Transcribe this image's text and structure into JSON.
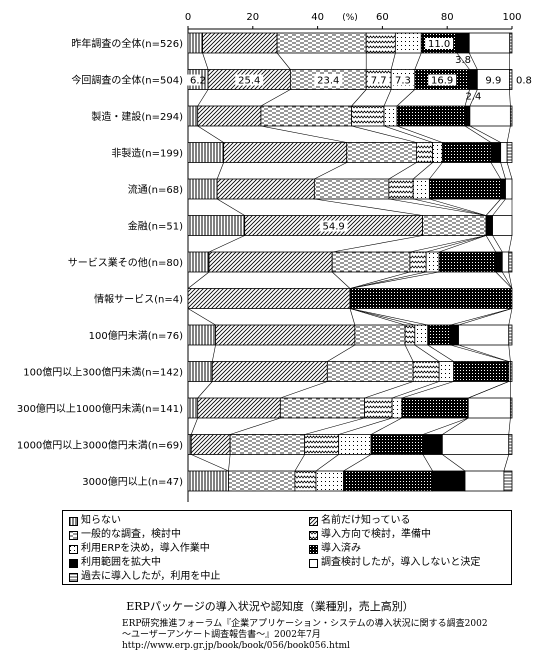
{
  "chart_data": {
    "type": "bar",
    "orientation": "horizontal",
    "stacked": true,
    "xlim": [
      0,
      100
    ],
    "x_ticks": [
      "0",
      "20",
      "40",
      "(%)",
      "60",
      "80",
      "100"
    ],
    "categories": [
      "昨年調査の全体(n=526)",
      "今回調査の全体(n=504)",
      "製造・建設(n=294)",
      "非製造(n=199)",
      "流通(n=68)",
      "金融(n=51)",
      "サービス業その他(n=80)",
      "情報サービス(n=4)",
      "100億円未満(n=76)",
      "100億円以上300億円未満(n=142)",
      "300億円以上1000億円未満(n=141)",
      "1000億円以上3000億円未満(n=69)",
      "3000億円以上(n=47)"
    ],
    "series": [
      {
        "name": "知らない",
        "values": [
          4.5,
          6.2,
          3.0,
          11.0,
          9.0,
          17.5,
          6.5,
          0.0,
          8.5,
          7.5,
          3.0,
          1.0,
          12.5
        ]
      },
      {
        "name": "名前だけ知っている",
        "values": [
          23.0,
          25.4,
          19.5,
          38.0,
          30.0,
          54.9,
          38.0,
          50.0,
          43.0,
          35.5,
          25.5,
          12.0,
          0.0
        ]
      },
      {
        "name": "一般的な調査，検討中",
        "values": [
          27.5,
          23.4,
          28.0,
          21.5,
          23.0,
          19.6,
          24.0,
          0.0,
          15.5,
          26.5,
          26.0,
          23.0,
          20.5
        ]
      },
      {
        "name": "導入方向で検討，準備中",
        "values": [
          9.0,
          7.7,
          10.0,
          5.0,
          7.5,
          0.0,
          5.0,
          0.0,
          3.0,
          8.0,
          8.5,
          10.5,
          6.5
        ]
      },
      {
        "name": "利用ERPを決め，導入作業中",
        "values": [
          8.0,
          7.3,
          4.0,
          3.0,
          5.0,
          0.0,
          4.0,
          0.0,
          4.0,
          4.5,
          3.0,
          10.0,
          8.5
        ]
      },
      {
        "name": "導入済み",
        "values": [
          11.0,
          16.9,
          21.0,
          15.0,
          22.0,
          0.0,
          17.5,
          50.0,
          7.0,
          17.0,
          20.5,
          16.0,
          27.5
        ]
      },
      {
        "name": "利用範囲を拡大中",
        "values": [
          3.8,
          2.4,
          1.5,
          3.0,
          1.5,
          2.0,
          2.0,
          0.0,
          2.5,
          0.0,
          0.0,
          6.0,
          10.0
        ]
      },
      {
        "name": "調査検討したが，導入しないと決定",
        "values": [
          12.5,
          9.9,
          12.5,
          2.0,
          2.0,
          6.0,
          2.0,
          0.0,
          15.5,
          0.5,
          13.0,
          20.5,
          12.0
        ]
      },
      {
        "name": "過去に導入したが，利用を中止",
        "values": [
          0.7,
          0.8,
          0.5,
          1.5,
          0.0,
          0.0,
          1.0,
          0.0,
          1.0,
          0.5,
          0.5,
          1.0,
          2.5
        ]
      }
    ],
    "data_labels": [
      {
        "row": 0,
        "series": 5,
        "text": "11.0"
      },
      {
        "row": 0,
        "series": 6,
        "text": "3.8"
      },
      {
        "row": 1,
        "series": 0,
        "text": "6.2"
      },
      {
        "row": 1,
        "series": 1,
        "text": "25.4"
      },
      {
        "row": 1,
        "series": 2,
        "text": "23.4"
      },
      {
        "row": 1,
        "series": 3,
        "text": "7.7"
      },
      {
        "row": 1,
        "series": 4,
        "text": "7.3"
      },
      {
        "row": 1,
        "series": 5,
        "text": "16.9"
      },
      {
        "row": 1,
        "series": 6,
        "text": "2.4"
      },
      {
        "row": 1,
        "series": 7,
        "text": "9.9"
      },
      {
        "row": 1,
        "series": 8,
        "text": "0.8"
      },
      {
        "row": 5,
        "series": 1,
        "text": "54.9"
      }
    ],
    "legend_position": "bottom"
  },
  "legend": {
    "items": [
      {
        "label": "知らない",
        "pattern": "vlines"
      },
      {
        "label": "名前だけ知っている",
        "pattern": "diag"
      },
      {
        "label": "一般的な調査，検討中",
        "pattern": "dash"
      },
      {
        "label": "導入方向で検討，準備中",
        "pattern": "wave"
      },
      {
        "label": "利用ERPを決め，導入作業中",
        "pattern": "dots"
      },
      {
        "label": "導入済み",
        "pattern": "dense"
      },
      {
        "label": "利用範囲を拡大中",
        "pattern": "solid"
      },
      {
        "label": "調査検討したが，導入しないと決定",
        "pattern": "blank"
      },
      {
        "label": "過去に導入したが，利用を中止",
        "pattern": "hlines"
      }
    ]
  },
  "caption": "ERPパッケージの導入状況や認知度（業種別，売上高別）",
  "source": {
    "line1": "ERP研究推進フォーラム『企業アプリケーション・システムの導入状況に関する調査2002",
    "line2": "～ユーザーアンケート調査報告書～』2002年7月",
    "line3": "http://www.erp.gr.jp/book/book/056/book056.html"
  }
}
